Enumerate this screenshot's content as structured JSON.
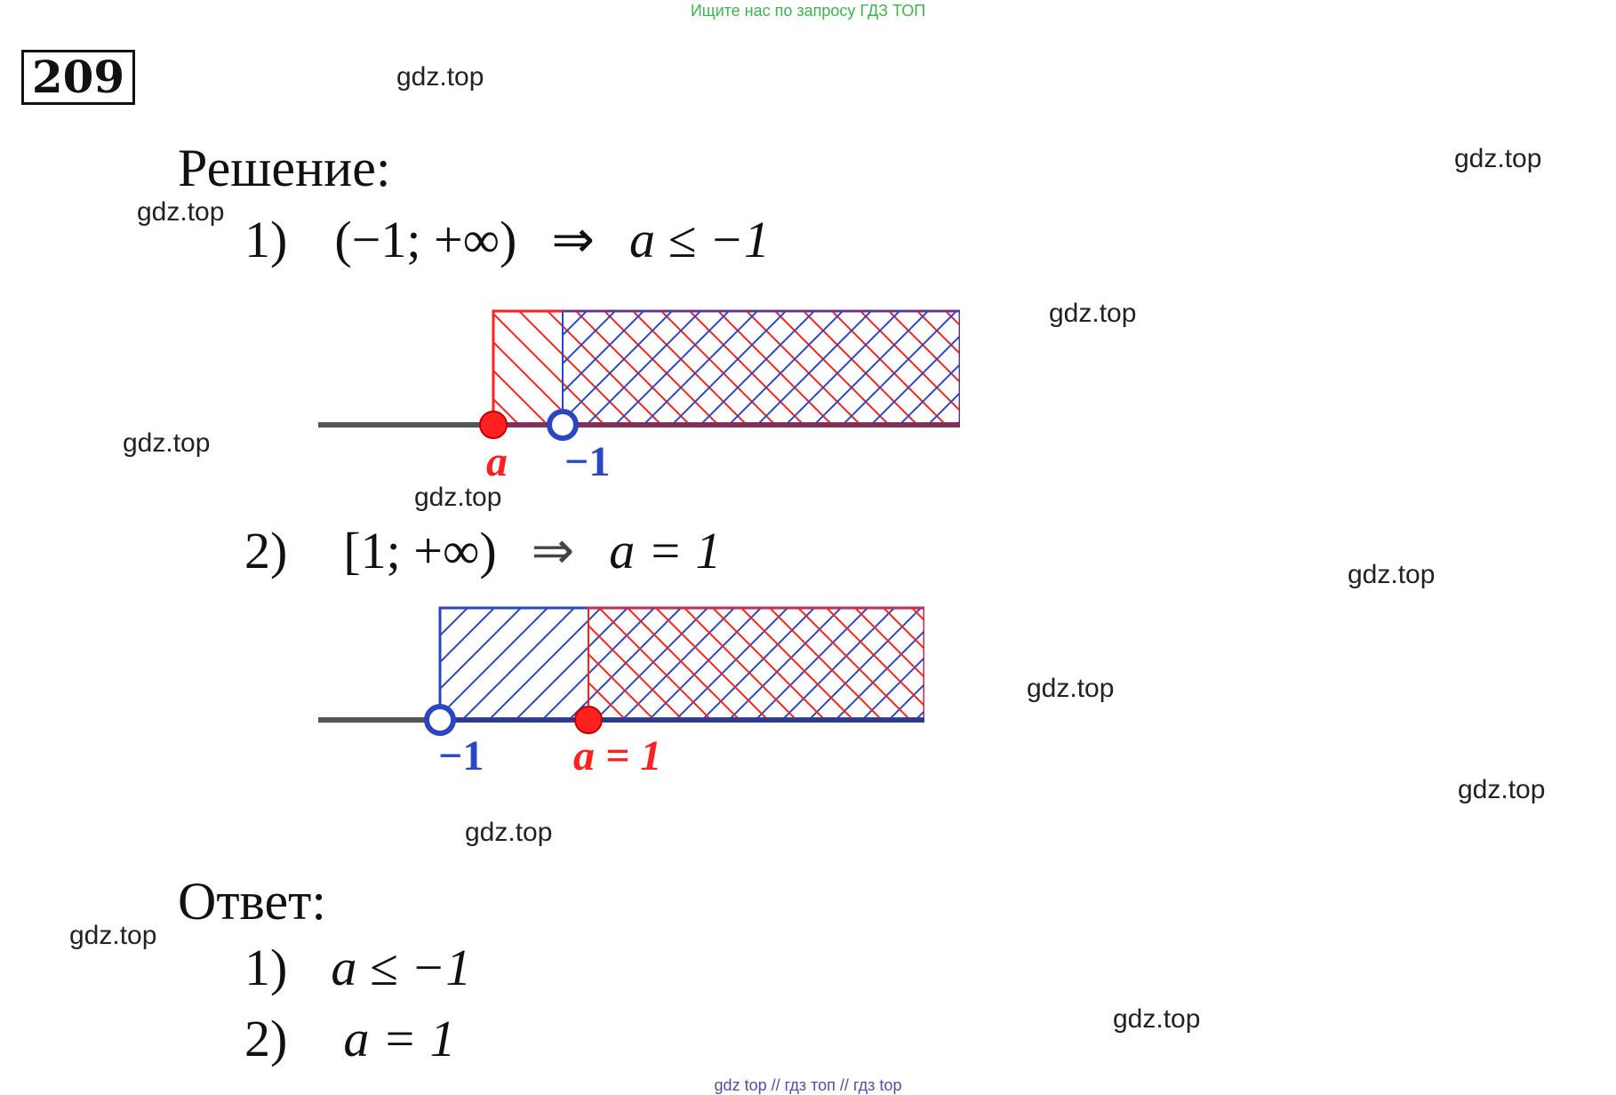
{
  "banner": "Ищите нас по запросу ГДЗ ТОП",
  "problem_number": "209",
  "solution_heading": "Решение:",
  "cases": [
    {
      "label": "1)",
      "interval": "(−1; +∞)",
      "implies": "⇒",
      "condition": "a ≤ −1"
    },
    {
      "label": "2)",
      "interval": "[1; +∞)",
      "implies": "⇒",
      "condition": "a = 1"
    }
  ],
  "figure1": {
    "point_a_label": "a",
    "point_minus1_label": "−1"
  },
  "figure2": {
    "point_minus1_label": "−1",
    "point_a_label": "a = 1"
  },
  "answer_heading": "Ответ:",
  "answers": [
    {
      "label": "1)",
      "value": "a ≤ −1"
    },
    {
      "label": "2)",
      "value": "a = 1"
    }
  ],
  "watermark": "gdz.top",
  "footer": "gdz top  //  гдз топ  //  гдз top",
  "colors": {
    "red": "#ff2020",
    "blue": "#2a46c0",
    "axis": "#555555",
    "banner": "#3cb44b"
  }
}
